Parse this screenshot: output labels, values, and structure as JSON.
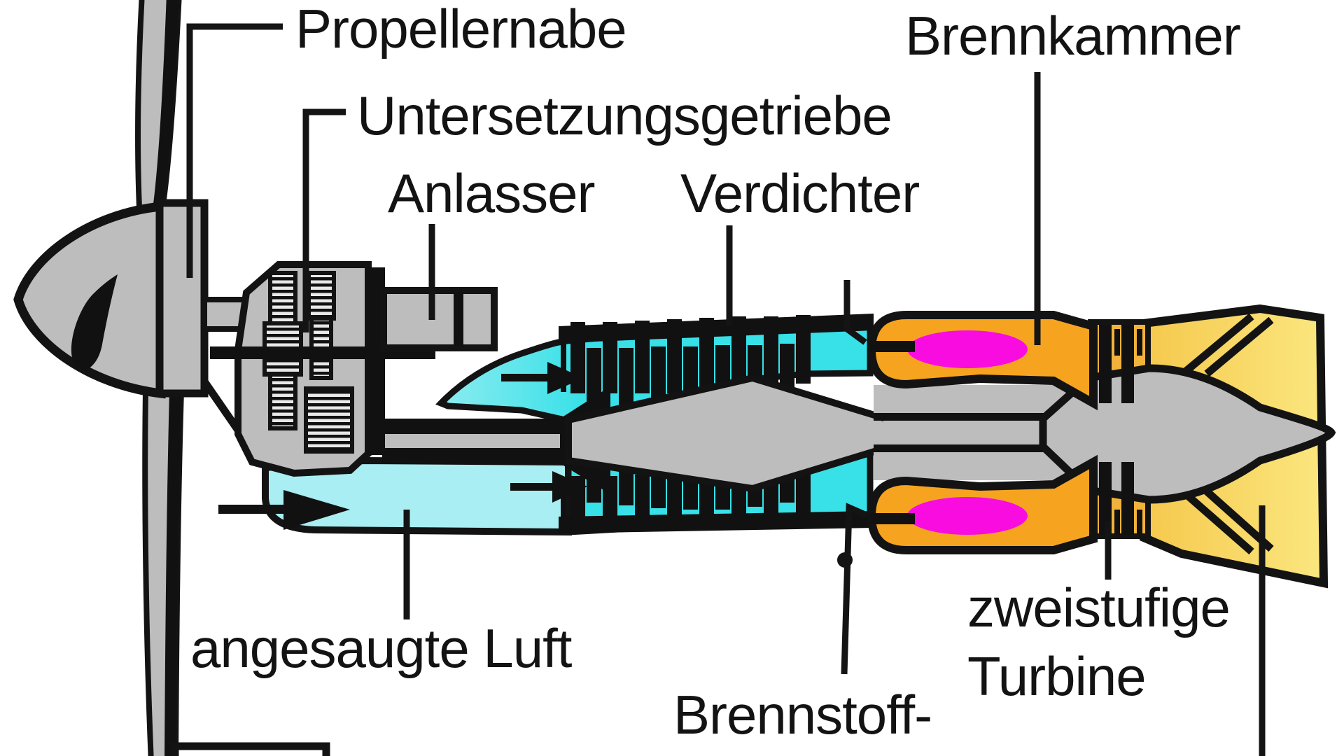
{
  "figure": {
    "type": "technical-cutaway-diagram",
    "subject": "Turboprop (Propellerturbinen-) Triebwerk, Schnittdarstellung",
    "language": "de",
    "background": "#FFFFFF",
    "labels": {
      "propellernabe": "Propellernabe",
      "untersetzungsgetriebe": "Untersetzungsgetriebe",
      "anlasser": "Anlasser",
      "verdichter": "Verdichter",
      "brennkammer": "Brennkammer",
      "angesaugte_luft": "angesaugte Luft",
      "brennstoff": "Brennstoff-",
      "zweistufige_turbine_line1": "zweistufige",
      "zweistufige_turbine_line2": "Turbine"
    },
    "colors": {
      "outline": "#131313",
      "metal_gray": "#BDBDBD",
      "intake_air_light_cyan": "#A8EEF2",
      "compressor_cyan": "#38E0E8",
      "combustor_orange": "#F6A41F",
      "flame_magenta": "#F80CE0",
      "turbine_backdrop_orange": "#F2B33C",
      "nozzle_yellow": "#F5C84C",
      "nozzle_yellow_light": "#FBE780"
    }
  }
}
